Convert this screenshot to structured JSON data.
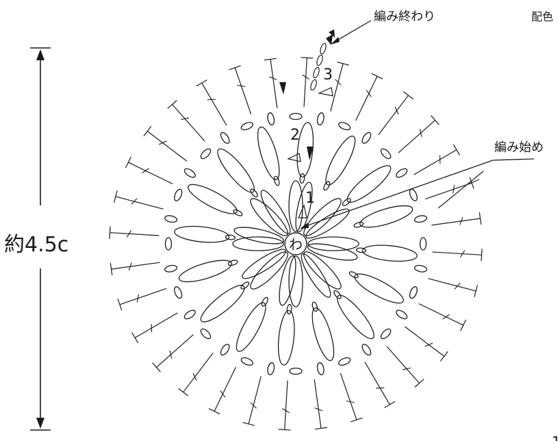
{
  "diagram": {
    "center_ring": "わ",
    "size_label": "約4.5c",
    "end_label": "編み終わり",
    "start_label": "編み始め",
    "corner_top_right": "配色",
    "corner_bottom_right": "1",
    "rows": [
      {
        "number": "1",
        "stitch_groups": 8
      },
      {
        "number": "2",
        "stitch_groups": 16
      },
      {
        "number": "3",
        "stitch_groups": 32
      }
    ],
    "stitches": {
      "center": "ring",
      "chain": "chain-stitch",
      "post": "treble-crochet",
      "join": "slip-stitch"
    },
    "colors": {
      "ink": "#1a1a1a",
      "background": "#ffffff"
    }
  }
}
